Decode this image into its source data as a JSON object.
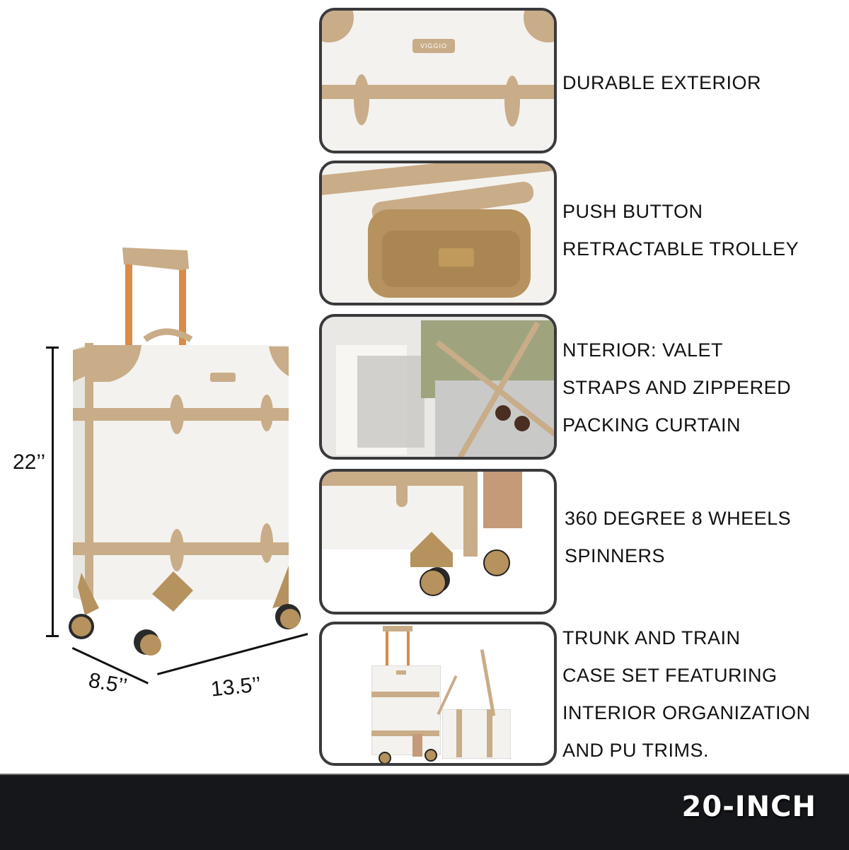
{
  "brand": {
    "logo_text": "VIGGIO",
    "colors": {
      "shell": "#f3f2ee",
      "trim": "#c9ac88",
      "wheel": "#b5925e",
      "handle": "#d98b47",
      "footer_bg": "#16171b",
      "panel_border": "#3a3a3c"
    }
  },
  "dimensions": {
    "height": "22’’",
    "depth": "8.5’’",
    "width": "13.5’’"
  },
  "features": [
    {
      "image": "exterior-closeup",
      "lines": [
        "DURABLE EXTERIOR"
      ]
    },
    {
      "image": "trolley-button-closeup",
      "lines": [
        "PUSH BUTTON",
        "RETRACTABLE TROLLEY"
      ]
    },
    {
      "image": "interior-open",
      "lines": [
        "NTERIOR: VALET",
        "STRAPS AND ZIPPERED",
        "PACKING CURTAIN"
      ]
    },
    {
      "image": "wheels-closeup",
      "lines": [
        "360 DEGREE 8 WHEELS",
        "SPINNERS"
      ]
    },
    {
      "image": "set-with-train-case",
      "lines": [
        "TRUNK AND TRAIN",
        "CASE SET FEATURING",
        "INTERIOR ORGANIZATION",
        "AND PU TRIMS."
      ]
    }
  ],
  "footer": {
    "size_label": "20-INCH"
  }
}
